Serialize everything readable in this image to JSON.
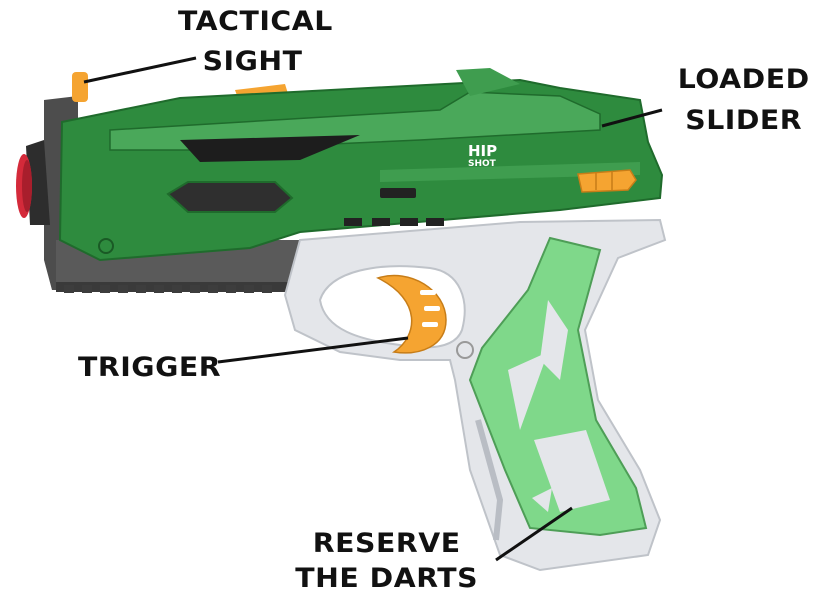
{
  "labels": {
    "tactical_sight": [
      "TACTICAL",
      "SIGHT"
    ],
    "loaded_slider": [
      "LOADED",
      "SLIDER"
    ],
    "trigger": "TRIGGER",
    "reserve_darts": [
      "RESERVE",
      "THE DARTS"
    ]
  },
  "blaster_logo": [
    "HIP",
    "SHOT"
  ],
  "colors": {
    "body_green": "#2e8b3e",
    "body_green_light": "#4aa85a",
    "body_green_dark": "#1f6b2c",
    "grey_frame": "#e4e6ea",
    "grip_green": "#7fd88a",
    "orange": "#f5a431",
    "dark_grey": "#4a4a4a",
    "red_tip": "#d42a3a"
  }
}
